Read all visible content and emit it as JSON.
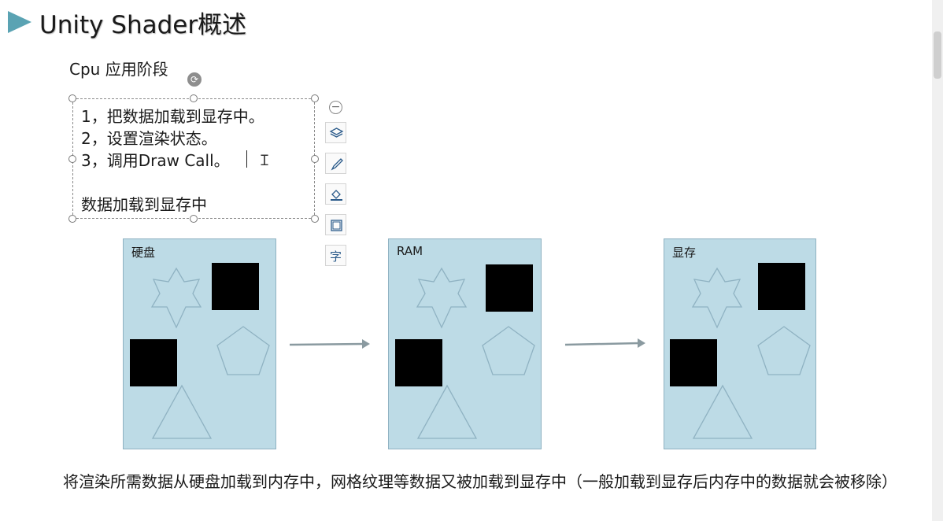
{
  "slide": {
    "title": "Unity Shader概述",
    "section_label": "Cpu 应用阶段"
  },
  "textbox": {
    "lines": [
      "1，把数据加载到显存中。",
      "2，设置渲染状态。",
      "3，调用Draw Call。",
      "数据加载到显存中"
    ]
  },
  "toolbar": {
    "icons": [
      "collapse-icon",
      "layers-icon",
      "brush-icon",
      "fill-icon",
      "border-icon",
      "text-style-icon"
    ],
    "text_style_glyph": "字"
  },
  "panels": [
    {
      "label": "硬盘",
      "color": "#bddbe6"
    },
    {
      "label": "RAM",
      "color": "#bddbe6"
    },
    {
      "label": "显存",
      "color": "#bddbe6"
    }
  ],
  "caption": "将渲染所需数据从硬盘加载到内存中，网格纹理等数据又被加载到显存中（一般加载到显存后内存中的数据就会被移除）",
  "colors": {
    "accent": "#5aa3b3",
    "panel": "#bddbe6",
    "shape_outline": "#8fb2c2",
    "arrow": "#8a9aa0"
  }
}
